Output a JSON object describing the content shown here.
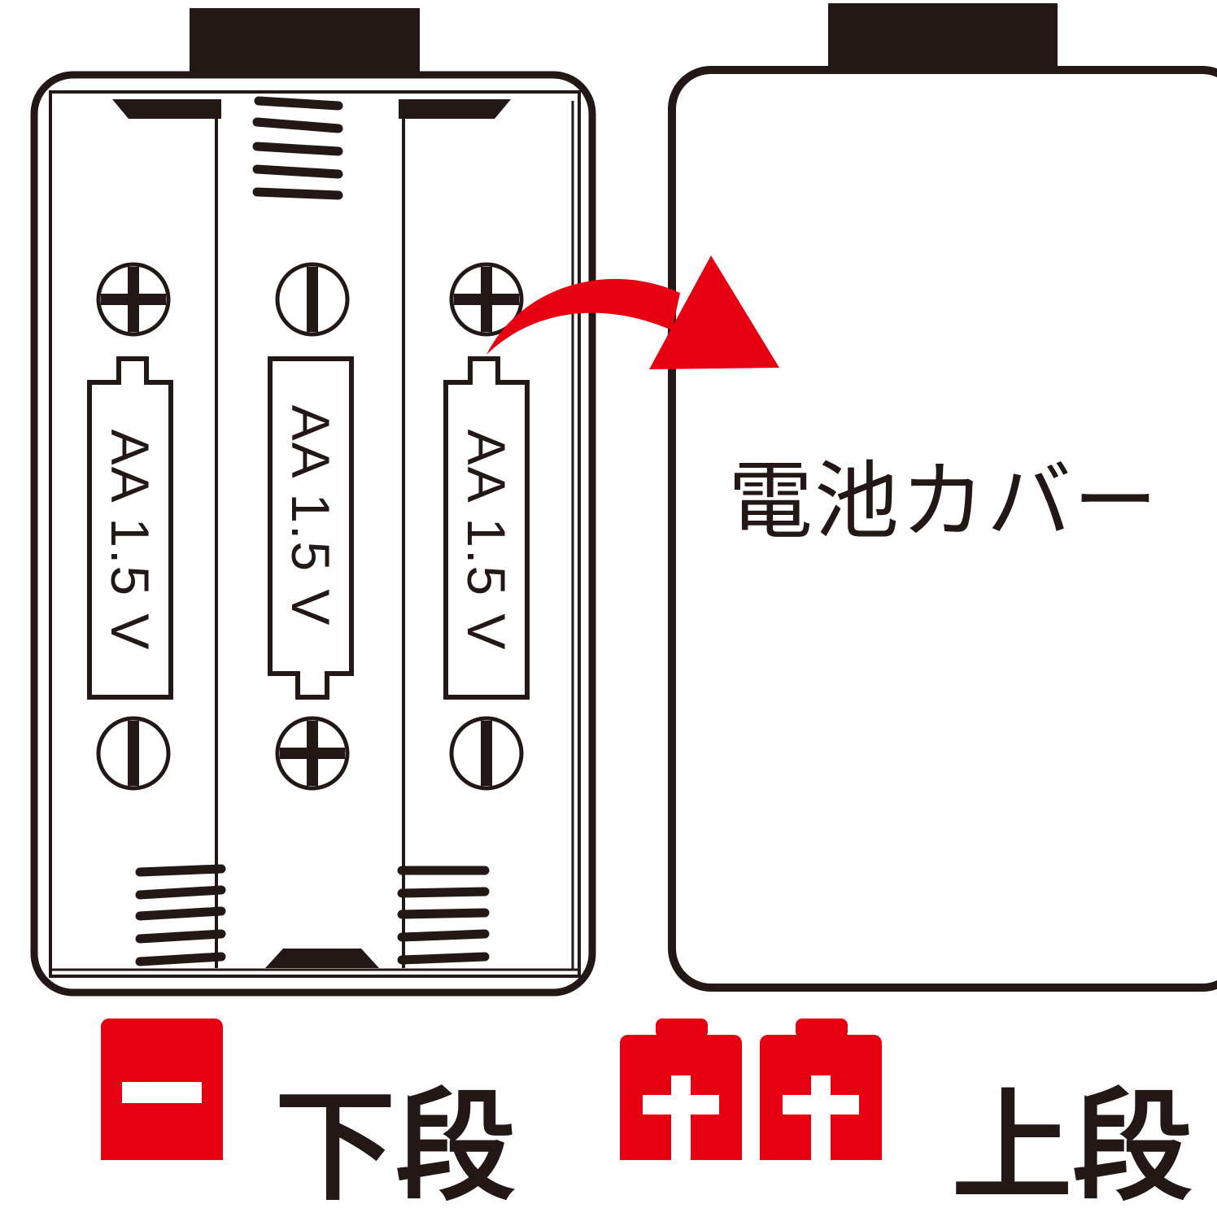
{
  "cover": {
    "label": "電池カバー"
  },
  "batteries": [
    {
      "label": "AA 1.5 V"
    },
    {
      "label": "AA 1.5 V"
    },
    {
      "label": "AA 1.5 V"
    }
  ],
  "legend": {
    "lower": {
      "label": "下段"
    },
    "upper": {
      "label": "上段"
    }
  },
  "colors": {
    "ink": "#231815",
    "accent": "#e60012",
    "background": "#ffffff"
  },
  "icons": {
    "arrow": "curved-arrow-icon",
    "plus": "plus-terminal-icon",
    "minus": "minus-terminal-icon",
    "spring": "spring-contact-icon",
    "battery": "battery-icon"
  }
}
